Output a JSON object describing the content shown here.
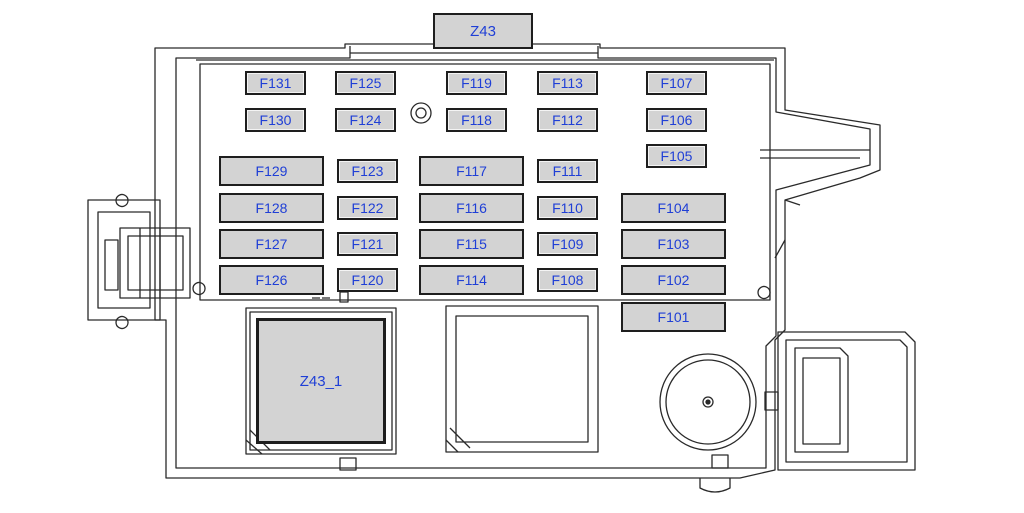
{
  "colors": {
    "fuse_fill": "#d3d3d3",
    "fuse_border": "#1e1e1e",
    "label": "#1f3fd6",
    "outline": "#2a2a2a"
  },
  "relays": {
    "z43": "Z43",
    "z43_1": "Z43_1"
  },
  "fuses": {
    "f131": "F131",
    "f130": "F130",
    "f129": "F129",
    "f128": "F128",
    "f127": "F127",
    "f126": "F126",
    "f125": "F125",
    "f124": "F124",
    "f123": "F123",
    "f122": "F122",
    "f121": "F121",
    "f120": "F120",
    "f119": "F119",
    "f118": "F118",
    "f117": "F117",
    "f116": "F116",
    "f115": "F115",
    "f114": "F114",
    "f113": "F113",
    "f112": "F112",
    "f111": "F111",
    "f110": "F110",
    "f109": "F109",
    "f108": "F108",
    "f107": "F107",
    "f106": "F106",
    "f105": "F105",
    "f104": "F104",
    "f103": "F103",
    "f102": "F102",
    "f101": "F101"
  }
}
